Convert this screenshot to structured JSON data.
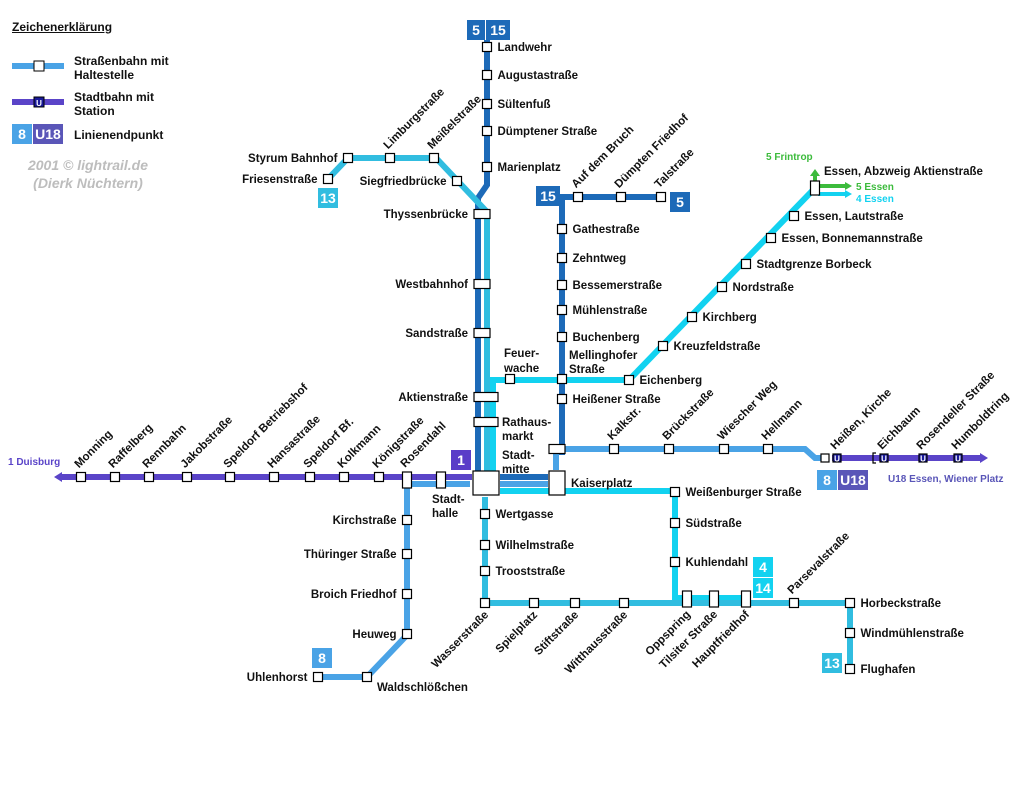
{
  "colors": {
    "tram_light": "#4aa3e6",
    "tram_cyan": "#12d2f0",
    "tram_teal": "#31bde0",
    "line5_15": "#1d6ab8",
    "stadtbahn": "#5a44c8",
    "u18_badge": "#5a56b8",
    "line1_badge": "#5a3cc8",
    "green": "#3cbb3c",
    "copyright": "#bdbdbd"
  },
  "legend": {
    "title": "Zeichenerklärung",
    "items": [
      {
        "label_line1": "Straßenbahn mit",
        "label_line2": "Haltestelle"
      },
      {
        "label_line1": "Stadtbahn mit",
        "label_line2": "Station"
      },
      {
        "label_line1": "Linienendpunkt",
        "badges": [
          "8",
          "U18"
        ]
      }
    ],
    "station_symbol": "U"
  },
  "copyright": {
    "line1": "2001 © lightrail.de",
    "line2": "(Dierk Nüchtern)"
  },
  "line_badges": {
    "b5_top": "5",
    "b15_top": "15",
    "b15_mid": "15",
    "b5_tal": "5",
    "b13_friesen": "13",
    "b1": "1",
    "b8_u18_8": "8",
    "b8_u18_u18": "U18",
    "b8_uhlen": "8",
    "b4": "4",
    "b14": "14",
    "b13_flughafen": "13"
  },
  "directions": {
    "frintrop": "5 Frintrop",
    "essen5": "5 Essen",
    "essen4": "4 Essen",
    "duisburg": "1 Duisburg",
    "u18": "U18 Essen, Wiener Platz"
  },
  "stations": {
    "landwehr": "Landwehr",
    "augusta": "Augustastraße",
    "sueltenfuss": "Sültenfuß",
    "duemptener": "Dümptener Straße",
    "marienplatz": "Marienplatz",
    "styrum": "Styrum Bahnhof",
    "friesen": "Friesenstraße",
    "limburg": "Limburgstraße",
    "meissel": "Meißelstraße",
    "siegfried": "Siegfriedbrücke",
    "thyssen": "Thyssenbrücke",
    "westbahnhof": "Westbahnhof",
    "sandstr": "Sandstraße",
    "aktienstr": "Aktienstraße",
    "rathausmarkt1": "Rathaus-",
    "rathausmarkt2": "markt",
    "stadtmitte1": "Stadt-",
    "stadtmitte2": "mitte",
    "feuerwache1": "Feuer-",
    "feuerwache2": "wache",
    "stadthalle1": "Stadt-",
    "stadthalle2": "halle",
    "kaiserplatz": "Kaiserplatz",
    "aufdembruch": "Auf dem Bruch",
    "duemptenfriedhof": "Dümpten Friedhof",
    "talstr": "Talstraße",
    "gathe": "Gathestraße",
    "zehntweg": "Zehntweg",
    "bessemer": "Bessemerstraße",
    "muehlen": "Mühlenstraße",
    "buchenberg": "Buchenberg",
    "mellinghofer1": "Mellinghofer",
    "mellinghofer2": "Straße",
    "heissener": "Heißener Straße",
    "eichenberg": "Eichenberg",
    "kreuzfeld": "Kreuzfeldstraße",
    "kirchberg": "Kirchberg",
    "nordstr": "Nordstraße",
    "stadtgrenze": "Stadtgrenze Borbeck",
    "bonnemann": "Essen, Bonnemannstraße",
    "lautstr": "Essen, Lautstraße",
    "abzweig": "Essen, Abzweig Aktienstraße",
    "kalkstr": "Kalkstr.",
    "brueckstr": "Brückstraße",
    "wiescher": "Wiescher Weg",
    "hellmann": "Hellmann",
    "heissenkirche": "Heißen, Kirche",
    "eichbaum": "Eichbaum",
    "rosendeller": "Rosendeller Straße",
    "humboldtring": "Humboldtring",
    "monning": "Monning",
    "raffelberg": "Raffelberg",
    "rennbahn": "Rennbahn",
    "jakobstr": "Jakobstraße",
    "speldorfbetr": "Speldorf Betriebshof",
    "hansastr": "Hansastraße",
    "speldorfbf": "Speldorf Bf.",
    "kolkmann": "Kolkmann",
    "koenigstr": "Königstraße",
    "rosendahl": "Rosendahl",
    "kirchstr": "Kirchstraße",
    "thueringer": "Thüringer Straße",
    "broich": "Broich Friedhof",
    "heuweg": "Heuweg",
    "waldschloesschen": "Waldschlößchen",
    "uhlenhorst": "Uhlenhorst",
    "wertgasse": "Wertgasse",
    "wilhelmstr": "Wilhelmstraße",
    "trooststr": "Trooststraße",
    "weissenburger": "Weißenburger Straße",
    "suedstr": "Südstraße",
    "kuhlendahl": "Kuhlendahl",
    "wasserstr": "Wasserstraße",
    "spielplatz": "Spielplatz",
    "stiftstr": "Stiftstraße",
    "witthaus": "Witthausstraße",
    "oppspring": "Oppspring",
    "tilsiter": "Tilsiter Straße",
    "hauptfriedhof": "Hauptfriedhof",
    "parseval": "Parsevalstraße",
    "horbeck": "Horbeckstraße",
    "windmuehlen": "Windmühlenstraße",
    "flughafen": "Flughafen"
  }
}
